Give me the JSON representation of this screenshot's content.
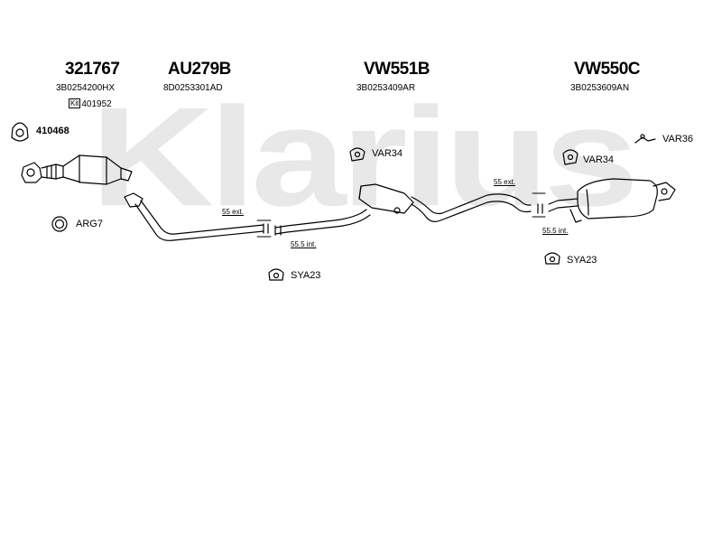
{
  "watermark": "Klarius",
  "parts": [
    {
      "number": "321767",
      "oe": "3B0254200HX"
    },
    {
      "number": "AU279B",
      "oe": "8D0253301AD"
    },
    {
      "number": "VW551B",
      "oe": "3B0253409AR"
    },
    {
      "number": "VW550C",
      "oe": "3B0253609AN"
    }
  ],
  "kit": {
    "badge": "Kit",
    "number": "401952"
  },
  "accessories": {
    "gasket": "410468",
    "ring": "ARG7",
    "var34_a": "VAR34",
    "var34_b": "VAR34",
    "var36": "VAR36",
    "sya23_a": "SYA23",
    "sya23_b": "SYA23"
  },
  "dimensions": {
    "ext_1": "55 ext.",
    "int_1": "55.5 int.",
    "ext_2": "55 ext.",
    "int_2": "55.5 int."
  }
}
